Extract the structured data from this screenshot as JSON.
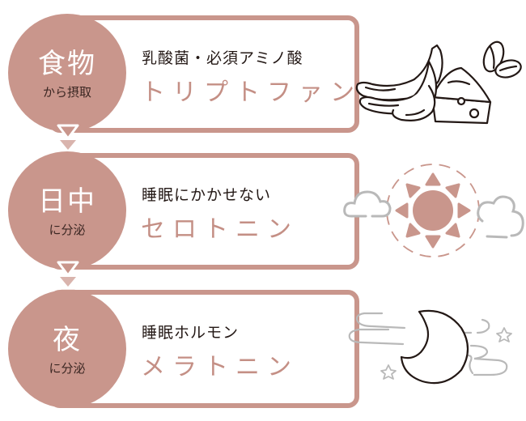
{
  "colors": {
    "accent": "#c9968c",
    "accent_text": "#c48f85",
    "connector_mid": "#d9b4ad",
    "connector_light": "#e9d2cd",
    "dark_text": "#231815",
    "cloud_gray": "#b9b9b9",
    "line_art": "#231815"
  },
  "steps": [
    {
      "circle_title": "食物",
      "circle_sub": "から摂取",
      "label": "乳酸菌・必須アミノ酸",
      "main": "トリプトファン",
      "icon": "banana-cheese-almond-icon"
    },
    {
      "circle_title": "日中",
      "circle_sub": "に分泌",
      "label": "睡眠にかかせない",
      "main": "セロトニン",
      "icon": "sun-with-clouds-icon"
    },
    {
      "circle_title": "夜",
      "circle_sub": "に分泌",
      "label": "睡眠ホルモン",
      "main": "メラトニン",
      "icon": "crescent-moon-stars-icon"
    }
  ]
}
